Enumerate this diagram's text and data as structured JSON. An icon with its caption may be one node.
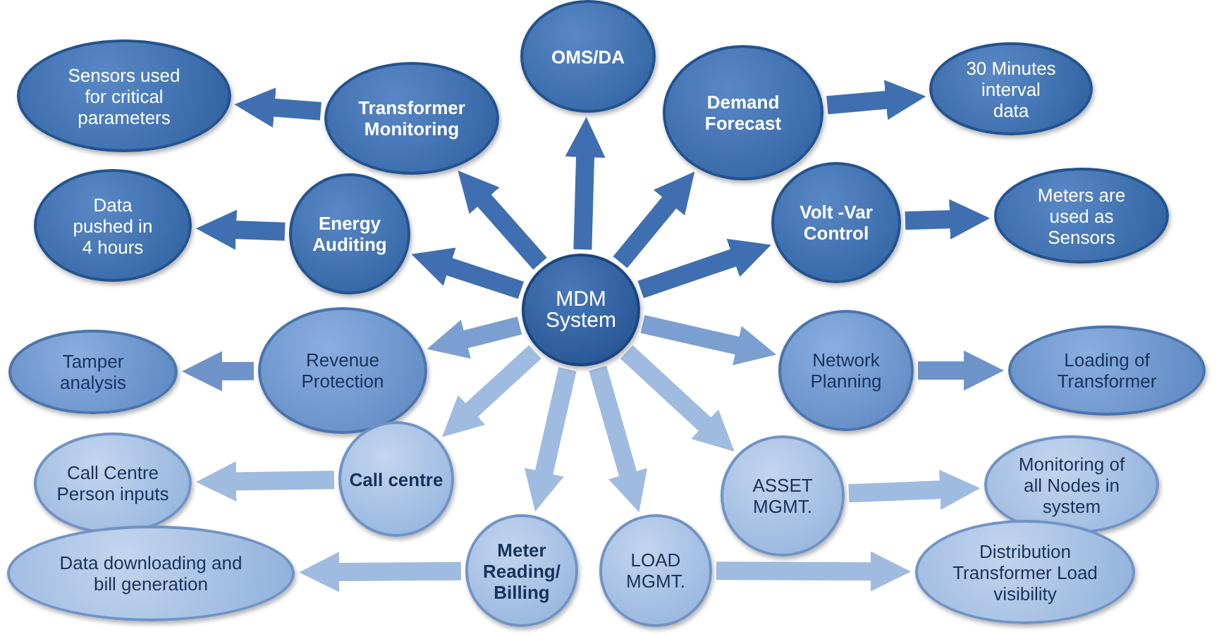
{
  "diagram": {
    "nodes": [
      {
        "text": [
          "MDM System"
        ]
      },
      {
        "text": [
          "Transformer Monitoring"
        ]
      },
      {
        "text": [
          "Sensors used for critical parameters"
        ]
      },
      {
        "text": [
          "OMS/DA"
        ]
      },
      {
        "text": [
          "Demand Forecast"
        ]
      },
      {
        "text": [
          "30 Minutes interval data"
        ]
      },
      {
        "text": [
          "Energy Auditing"
        ]
      },
      {
        "text": [
          "Data pushed in 4 hours"
        ]
      },
      {
        "text": [
          "Volt -Var Control"
        ]
      },
      {
        "text": [
          "Meters are used as Sensors"
        ]
      },
      {
        "text": [
          "Revenue Protection"
        ]
      },
      {
        "text": [
          "Tamper analysis"
        ]
      },
      {
        "text": [
          "Network Planning"
        ]
      },
      {
        "text": [
          "Loading of Transformer"
        ]
      },
      {
        "text": [
          "Call centre"
        ]
      },
      {
        "text": [
          "Call Centre Person inputs"
        ]
      },
      {
        "text": [
          "ASSET MGMT."
        ]
      },
      {
        "text": [
          "Monitoring of all Nodes in system"
        ]
      },
      {
        "text": [
          "Meter Reading/ Billing"
        ]
      },
      {
        "text": [
          "Data downloading and bill generation"
        ]
      },
      {
        "text": [
          "LOAD MGMT."
        ]
      },
      {
        "text": [
          "Distribution Transformer Load visibility"
        ]
      }
    ],
    "edges": [
      {
        "from": 0,
        "to": 1,
        "arrow": "to"
      },
      {
        "from": 0,
        "to": 3,
        "arrow": "to"
      },
      {
        "from": 0,
        "to": 4,
        "arrow": "to"
      },
      {
        "from": 0,
        "to": 6,
        "arrow": "to"
      },
      {
        "from": 0,
        "to": 8,
        "arrow": "to"
      },
      {
        "from": 0,
        "to": 10,
        "arrow": "to",
        "color": "#7b9fd0"
      },
      {
        "from": 0,
        "to": 12,
        "arrow": "to",
        "color": "#7b9fd0"
      },
      {
        "from": 0,
        "to": 14,
        "arrow": "to",
        "color": "#9fbbe0"
      },
      {
        "from": 0,
        "to": 16,
        "arrow": "to",
        "color": "#9fbbe0"
      },
      {
        "from": 0,
        "to": 18,
        "arrow": "to",
        "color": "#9fbbe0"
      },
      {
        "from": 0,
        "to": 20,
        "arrow": "to",
        "color": "#9fbbe0"
      },
      {
        "from": 1,
        "to": 2,
        "arrow": "to"
      },
      {
        "from": 4,
        "to": 5,
        "arrow": "to"
      },
      {
        "from": 6,
        "to": 7,
        "arrow": "to"
      },
      {
        "from": 8,
        "to": 9,
        "arrow": "to"
      },
      {
        "from": 10,
        "to": 11,
        "arrow": "to",
        "color": "#6d93c9"
      },
      {
        "from": 12,
        "to": 13,
        "arrow": "to",
        "color": "#6d93c9"
      },
      {
        "from": 14,
        "to": 15,
        "arrow": "to",
        "color": "#9fbbe0"
      },
      {
        "from": 16,
        "to": 17,
        "arrow": "to",
        "color": "#9fbbe0"
      },
      {
        "from": 18,
        "to": 19,
        "arrow": "to",
        "color": "#9fbbe0"
      },
      {
        "from": 20,
        "to": 21,
        "arrow": "to",
        "color": "#9fbbe0"
      }
    ]
  }
}
